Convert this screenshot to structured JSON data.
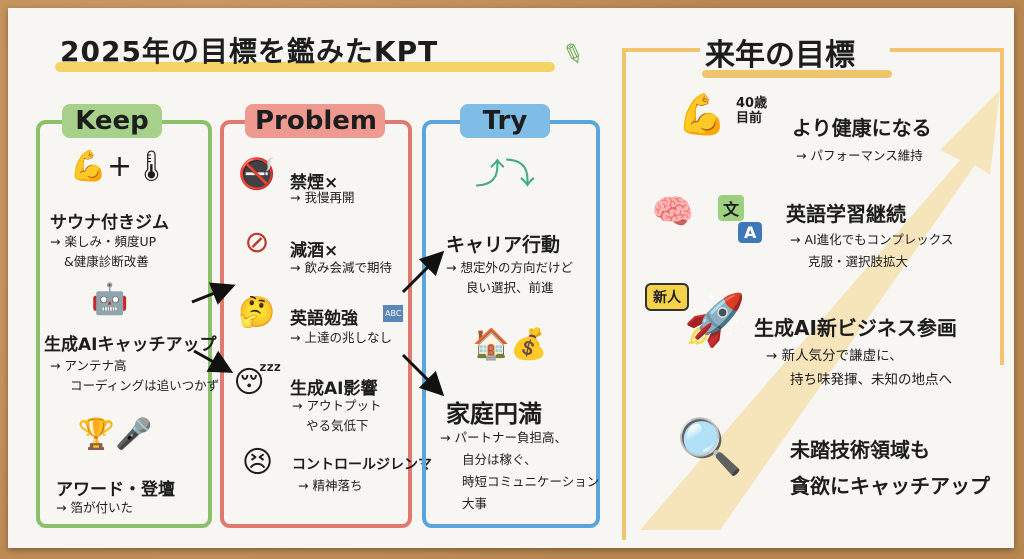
{
  "title": "2025年の目標を鑑みたKPT",
  "keep": {
    "label": "Keep",
    "items": [
      {
        "title": "サウナ付きジム",
        "sub": [
          "→ 楽しみ・頻度UP",
          "&健康診断改善"
        ]
      },
      {
        "title": "生成AIキャッチアップ",
        "sub": [
          "→ アンテナ高",
          "コーディングは追いつかず"
        ]
      },
      {
        "title": "アワード・登壇",
        "sub": [
          "→ 箔が付いた"
        ]
      }
    ]
  },
  "problem": {
    "label": "Problem",
    "items": [
      {
        "title": "禁煙×",
        "sub": [
          "→ 我慢再開"
        ]
      },
      {
        "title": "減酒×",
        "sub": [
          "→ 飲み会減で期待"
        ]
      },
      {
        "title": "英語勉強",
        "sub": [
          "→ 上達の兆しなし"
        ]
      },
      {
        "title": "生成AI影響",
        "sub": [
          "→ アウトプット",
          "やる気低下"
        ]
      },
      {
        "title": "コントロールジレンマ",
        "sub": [
          "→ 精神落ち"
        ]
      }
    ]
  },
  "try": {
    "label": "Try",
    "items": [
      {
        "title": "キャリア行動",
        "sub": [
          "→ 想定外の方向だけど",
          "良い選択、前進"
        ]
      },
      {
        "title": "家庭円満",
        "sub": [
          "→ パートナー負担高、",
          "自分は稼ぐ、",
          "時短コミュニケーション",
          "大事"
        ]
      }
    ]
  },
  "next": {
    "label": "来年の目標",
    "age_note": "40歳目前",
    "rookie_badge": "新人",
    "abc": "ABC",
    "translate": [
      "文",
      "A"
    ],
    "items": [
      {
        "title": "より健康になる",
        "sub": [
          "→ パフォーマンス維持"
        ]
      },
      {
        "title": "英語学習継続",
        "sub": [
          "→ AI進化でもコンプレックス",
          "克服・選択肢拡大"
        ]
      },
      {
        "title": "生成AI新ビジネス参画",
        "sub": [
          "→ 新人気分で謙虚に、",
          "持ち味発揮、未知の地点へ"
        ]
      },
      {
        "title": "未踏技術領域も",
        "title2": "貪欲にキャッチアップ"
      }
    ]
  },
  "colors": {
    "keep": "#8cc06a",
    "problem": "#e07a70",
    "try": "#5aa6dc",
    "next": "#f2c46e"
  }
}
